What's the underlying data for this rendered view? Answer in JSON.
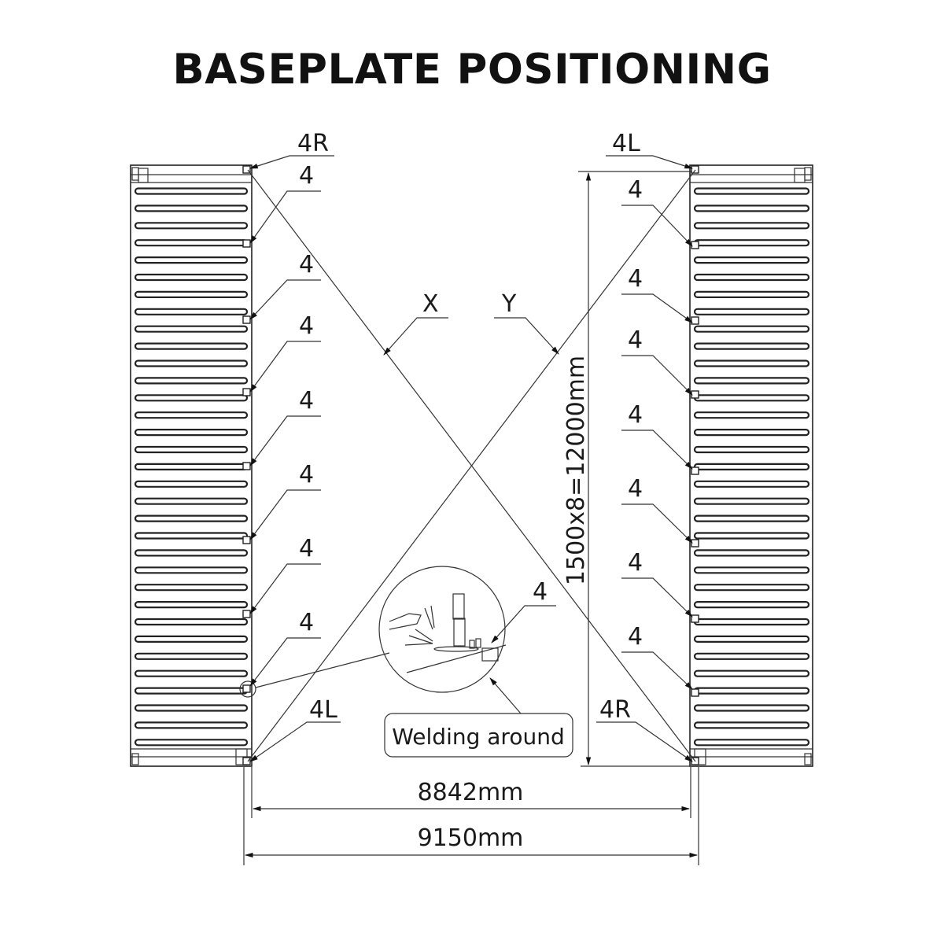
{
  "title": "BASEPLATE POSITIONING",
  "left_container": {
    "top_label": "4R",
    "bottom_label": "4L",
    "side_labels": [
      "4",
      "4",
      "4",
      "4",
      "4",
      "4",
      "4"
    ]
  },
  "right_container": {
    "top_label": "4L",
    "bottom_label": "4R",
    "side_labels": [
      "4",
      "4",
      "4",
      "4",
      "4",
      "4",
      "4"
    ]
  },
  "diagonals": {
    "x_label": "X",
    "y_label": "Y"
  },
  "detail": {
    "label": "4",
    "callout": "Welding around"
  },
  "dimensions": {
    "vertical": "1500x8=12000mm",
    "inner_width": "8842mm",
    "outer_width": "9150mm"
  },
  "colors": {
    "line": "#222222",
    "background": "#ffffff"
  }
}
